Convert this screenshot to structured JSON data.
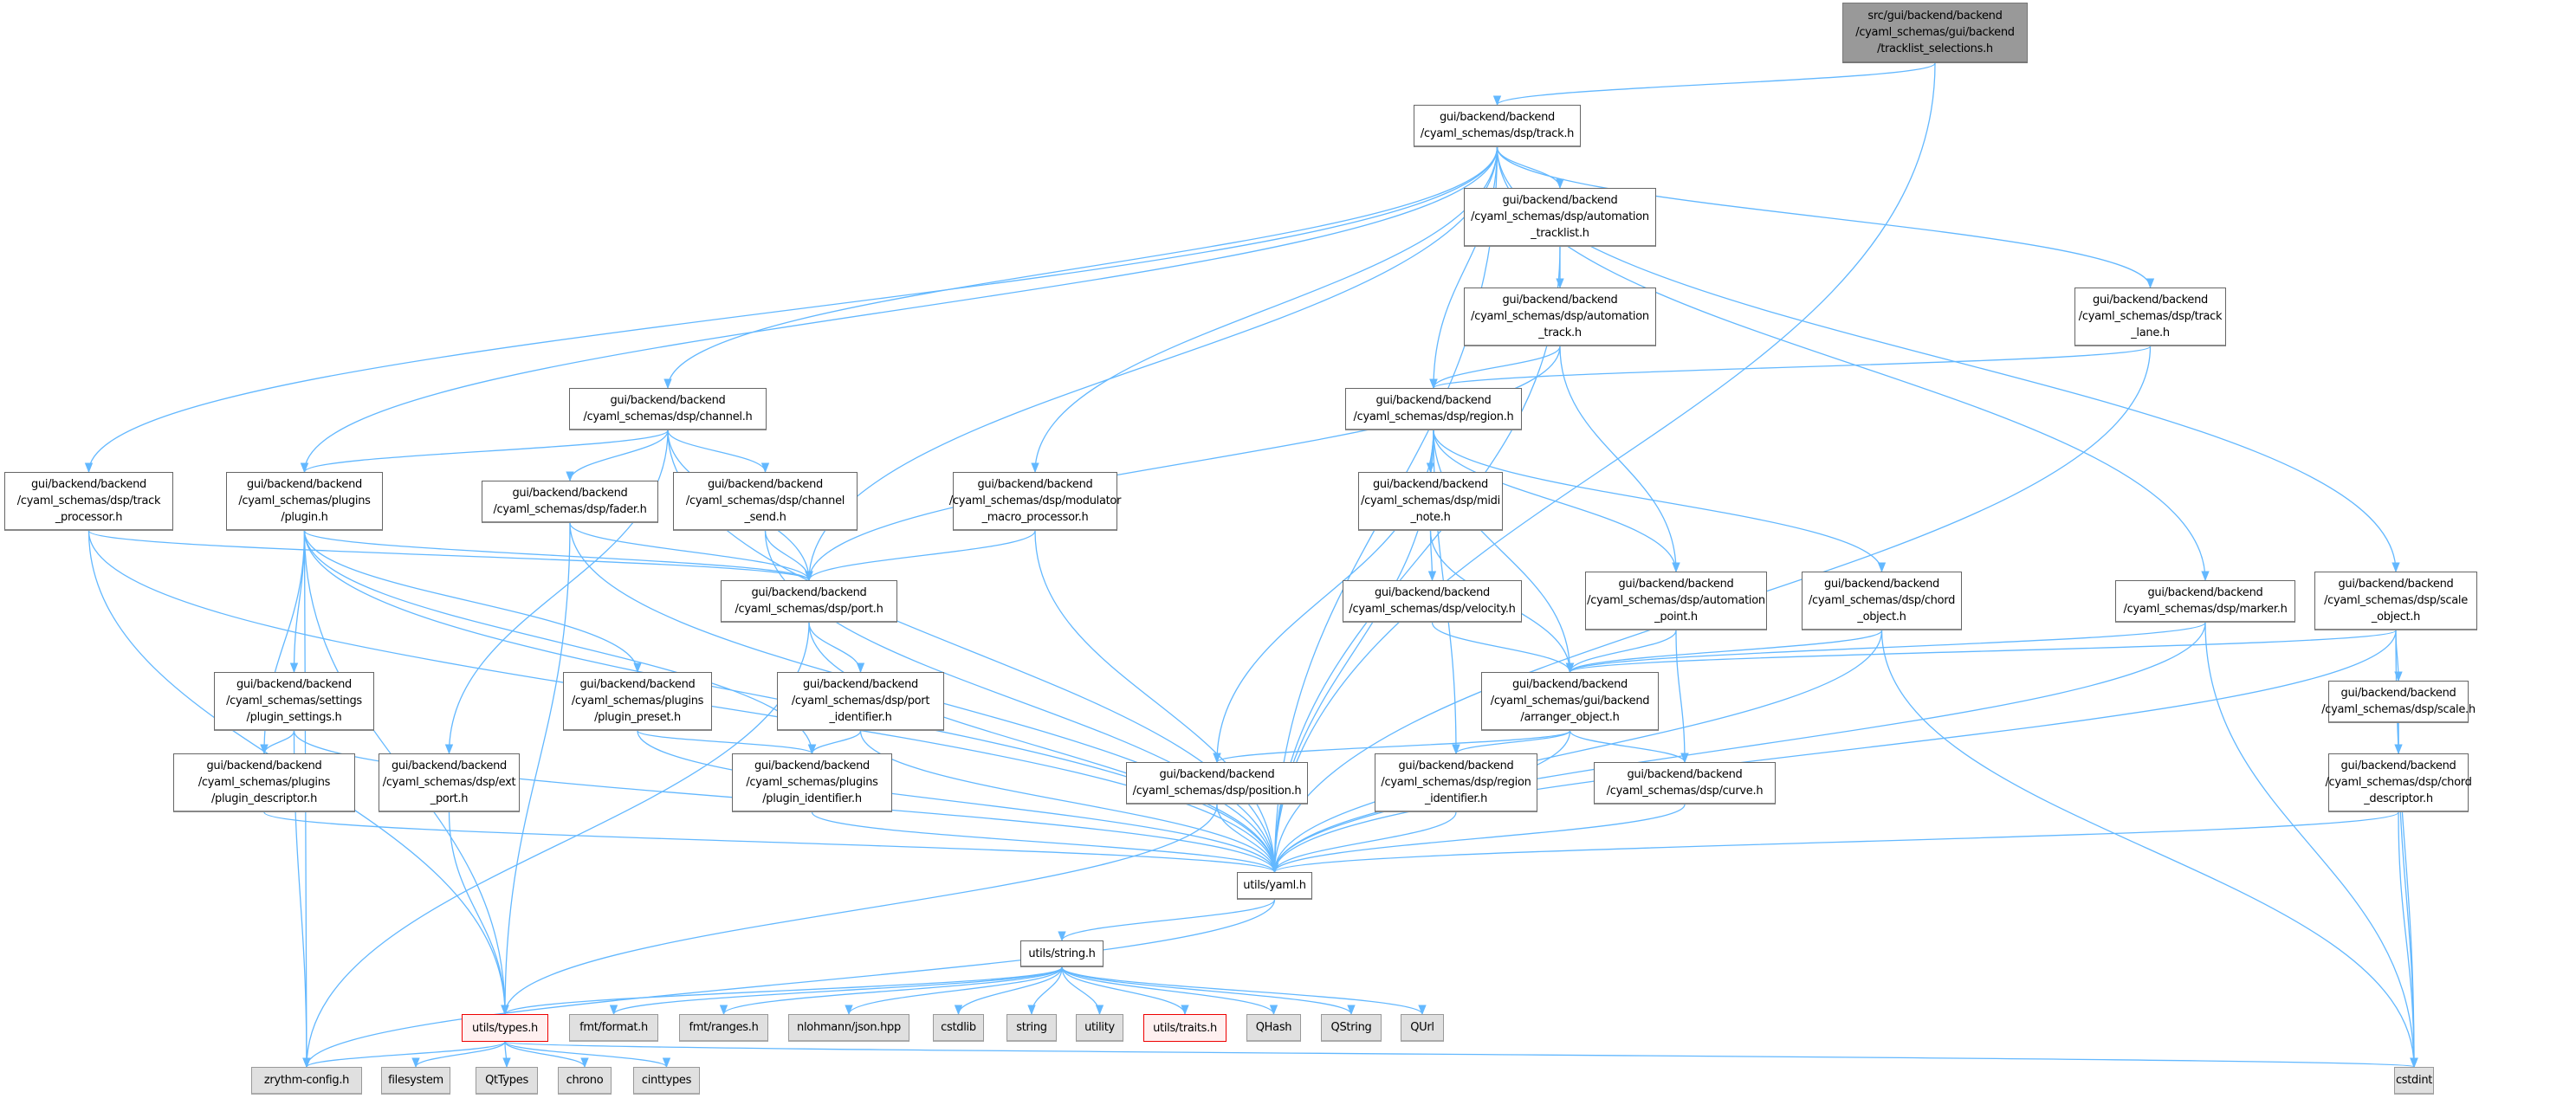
{
  "graph": {
    "title": "include dependency graph",
    "edge_color": "#63b8ff",
    "nodes": {
      "root": {
        "label": "src/gui/backend/backend\n/cyaml_schemas/gui/backend\n/tracklist_selections.h",
        "kind": "root"
      },
      "track": {
        "label": "gui/backend/backend\n/cyaml_schemas/dsp/track.h",
        "kind": "normal"
      },
      "atl": {
        "label": "gui/backend/backend\n/cyaml_schemas/dsp/automation\n_tracklist.h",
        "kind": "normal"
      },
      "atr": {
        "label": "gui/backend/backend\n/cyaml_schemas/dsp/automation\n_track.h",
        "kind": "normal"
      },
      "lane": {
        "label": "gui/backend/backend\n/cyaml_schemas/dsp/track\n_lane.h",
        "kind": "normal"
      },
      "region": {
        "label": "gui/backend/backend\n/cyaml_schemas/dsp/region.h",
        "kind": "normal"
      },
      "channel": {
        "label": "gui/backend/backend\n/cyaml_schemas/dsp/channel.h",
        "kind": "normal"
      },
      "tproc": {
        "label": "gui/backend/backend\n/cyaml_schemas/dsp/track\n_processor.h",
        "kind": "normal"
      },
      "plugin": {
        "label": "gui/backend/backend\n/cyaml_schemas/plugins\n/plugin.h",
        "kind": "normal"
      },
      "fader": {
        "label": "gui/backend/backend\n/cyaml_schemas/dsp/fader.h",
        "kind": "normal"
      },
      "csend": {
        "label": "gui/backend/backend\n/cyaml_schemas/dsp/channel\n_send.h",
        "kind": "normal"
      },
      "modmacro": {
        "label": "gui/backend/backend\n/cyaml_schemas/dsp/modulator\n_macro_processor.h",
        "kind": "normal"
      },
      "midinote": {
        "label": "gui/backend/backend\n/cyaml_schemas/dsp/midi\n_note.h",
        "kind": "normal"
      },
      "port": {
        "label": "gui/backend/backend\n/cyaml_schemas/dsp/port.h",
        "kind": "normal"
      },
      "velocity": {
        "label": "gui/backend/backend\n/cyaml_schemas/dsp/velocity.h",
        "kind": "normal"
      },
      "apoint": {
        "label": "gui/backend/backend\n/cyaml_schemas/dsp/automation\n_point.h",
        "kind": "normal"
      },
      "chord": {
        "label": "gui/backend/backend\n/cyaml_schemas/dsp/chord\n_object.h",
        "kind": "normal"
      },
      "marker": {
        "label": "gui/backend/backend\n/cyaml_schemas/dsp/marker.h",
        "kind": "normal"
      },
      "scaleobj": {
        "label": "gui/backend/backend\n/cyaml_schemas/dsp/scale\n_object.h",
        "kind": "normal"
      },
      "psettings": {
        "label": "gui/backend/backend\n/cyaml_schemas/settings\n/plugin_settings.h",
        "kind": "normal"
      },
      "ppreset": {
        "label": "gui/backend/backend\n/cyaml_schemas/plugins\n/plugin_preset.h",
        "kind": "normal"
      },
      "portid": {
        "label": "gui/backend/backend\n/cyaml_schemas/dsp/port\n_identifier.h",
        "kind": "normal"
      },
      "arranger": {
        "label": "gui/backend/backend\n/cyaml_schemas/gui/backend\n/arranger_object.h",
        "kind": "normal"
      },
      "scale": {
        "label": "gui/backend/backend\n/cyaml_schemas/dsp/scale.h",
        "kind": "normal"
      },
      "pdesc": {
        "label": "gui/backend/backend\n/cyaml_schemas/plugins\n/plugin_descriptor.h",
        "kind": "normal"
      },
      "extport": {
        "label": "gui/backend/backend\n/cyaml_schemas/dsp/ext\n_port.h",
        "kind": "normal"
      },
      "pident": {
        "label": "gui/backend/backend\n/cyaml_schemas/plugins\n/plugin_identifier.h",
        "kind": "normal"
      },
      "position": {
        "label": "gui/backend/backend\n/cyaml_schemas/dsp/position.h",
        "kind": "normal"
      },
      "regionid": {
        "label": "gui/backend/backend\n/cyaml_schemas/dsp/region\n_identifier.h",
        "kind": "normal"
      },
      "curve": {
        "label": "gui/backend/backend\n/cyaml_schemas/dsp/curve.h",
        "kind": "normal"
      },
      "chorddesc": {
        "label": "gui/backend/backend\n/cyaml_schemas/dsp/chord\n_descriptor.h",
        "kind": "normal"
      },
      "yaml": {
        "label": "utils/yaml.h",
        "kind": "normal"
      },
      "string": {
        "label": "utils/string.h",
        "kind": "normal"
      },
      "types": {
        "label": "utils/types.h",
        "kind": "red"
      },
      "fmtformat": {
        "label": "fmt/format.h",
        "kind": "ext"
      },
      "fmtranges": {
        "label": "fmt/ranges.h",
        "kind": "ext"
      },
      "json": {
        "label": "nlohmann/json.hpp",
        "kind": "ext"
      },
      "cstdlib": {
        "label": "cstdlib",
        "kind": "ext"
      },
      "stringstd": {
        "label": "string",
        "kind": "ext"
      },
      "utility": {
        "label": "utility",
        "kind": "ext"
      },
      "traits": {
        "label": "utils/traits.h",
        "kind": "red"
      },
      "qhash": {
        "label": "QHash",
        "kind": "ext"
      },
      "qstring": {
        "label": "QString",
        "kind": "ext"
      },
      "qurl": {
        "label": "QUrl",
        "kind": "ext"
      },
      "zcfg": {
        "label": "zrythm-config.h",
        "kind": "ext"
      },
      "filesystem": {
        "label": "filesystem",
        "kind": "ext"
      },
      "qttypes": {
        "label": "QtTypes",
        "kind": "ext"
      },
      "chrono": {
        "label": "chrono",
        "kind": "ext"
      },
      "cinttypes": {
        "label": "cinttypes",
        "kind": "ext"
      },
      "cstdint": {
        "label": "cstdint",
        "kind": "ext"
      }
    },
    "edges": [
      [
        "root",
        "track"
      ],
      [
        "root",
        "yaml"
      ],
      [
        "track",
        "tproc"
      ],
      [
        "track",
        "plugin"
      ],
      [
        "track",
        "channel"
      ],
      [
        "track",
        "port"
      ],
      [
        "track",
        "modmacro"
      ],
      [
        "track",
        "region"
      ],
      [
        "track",
        "atl"
      ],
      [
        "track",
        "lane"
      ],
      [
        "track",
        "marker"
      ],
      [
        "track",
        "scaleobj"
      ],
      [
        "track",
        "yaml"
      ],
      [
        "atl",
        "atr"
      ],
      [
        "atl",
        "yaml"
      ],
      [
        "atr",
        "region"
      ],
      [
        "atr",
        "port"
      ],
      [
        "atr",
        "apoint"
      ],
      [
        "lane",
        "region"
      ],
      [
        "lane",
        "yaml"
      ],
      [
        "channel",
        "plugin"
      ],
      [
        "channel",
        "fader"
      ],
      [
        "channel",
        "csend"
      ],
      [
        "channel",
        "extport"
      ],
      [
        "channel",
        "yaml"
      ],
      [
        "channel",
        "port"
      ],
      [
        "tproc",
        "port"
      ],
      [
        "tproc",
        "types"
      ],
      [
        "tproc",
        "yaml"
      ],
      [
        "plugin",
        "port"
      ],
      [
        "plugin",
        "psettings"
      ],
      [
        "plugin",
        "ppreset"
      ],
      [
        "plugin",
        "pident"
      ],
      [
        "plugin",
        "pdesc"
      ],
      [
        "plugin",
        "types"
      ],
      [
        "plugin",
        "zcfg"
      ],
      [
        "plugin",
        "yaml"
      ],
      [
        "fader",
        "port"
      ],
      [
        "fader",
        "types"
      ],
      [
        "fader",
        "yaml"
      ],
      [
        "csend",
        "port"
      ],
      [
        "csend",
        "yaml"
      ],
      [
        "modmacro",
        "port"
      ],
      [
        "modmacro",
        "yaml"
      ],
      [
        "port",
        "portid"
      ],
      [
        "port",
        "zcfg"
      ],
      [
        "port",
        "yaml"
      ],
      [
        "region",
        "midinote"
      ],
      [
        "region",
        "apoint"
      ],
      [
        "region",
        "chord"
      ],
      [
        "region",
        "arranger"
      ],
      [
        "region",
        "position"
      ],
      [
        "region",
        "regionid"
      ],
      [
        "region",
        "yaml"
      ],
      [
        "midinote",
        "velocity"
      ],
      [
        "midinote",
        "arranger"
      ],
      [
        "velocity",
        "arranger"
      ],
      [
        "apoint",
        "arranger"
      ],
      [
        "apoint",
        "curve"
      ],
      [
        "chord",
        "arranger"
      ],
      [
        "chord",
        "yaml"
      ],
      [
        "chord",
        "cstdint"
      ],
      [
        "marker",
        "arranger"
      ],
      [
        "marker",
        "yaml"
      ],
      [
        "marker",
        "cstdint"
      ],
      [
        "scaleobj",
        "arranger"
      ],
      [
        "scaleobj",
        "scale"
      ],
      [
        "scaleobj",
        "yaml"
      ],
      [
        "scaleobj",
        "cstdint"
      ],
      [
        "scale",
        "chorddesc"
      ],
      [
        "scale",
        "cstdint"
      ],
      [
        "chorddesc",
        "yaml"
      ],
      [
        "chorddesc",
        "cstdint"
      ],
      [
        "arranger",
        "position"
      ],
      [
        "arranger",
        "regionid"
      ],
      [
        "arranger",
        "curve"
      ],
      [
        "arranger",
        "yaml"
      ],
      [
        "psettings",
        "pdesc"
      ],
      [
        "psettings",
        "zcfg"
      ],
      [
        "psettings",
        "yaml"
      ],
      [
        "ppreset",
        "pident"
      ],
      [
        "ppreset",
        "yaml"
      ],
      [
        "portid",
        "pident"
      ],
      [
        "portid",
        "yaml"
      ],
      [
        "pdesc",
        "yaml"
      ],
      [
        "extport",
        "types"
      ],
      [
        "pident",
        "yaml"
      ],
      [
        "position",
        "yaml"
      ],
      [
        "position",
        "types"
      ],
      [
        "regionid",
        "yaml"
      ],
      [
        "curve",
        "yaml"
      ],
      [
        "yaml",
        "string"
      ],
      [
        "yaml",
        "zcfg"
      ],
      [
        "string",
        "types"
      ],
      [
        "string",
        "fmtformat"
      ],
      [
        "string",
        "fmtranges"
      ],
      [
        "string",
        "json"
      ],
      [
        "string",
        "cstdlib"
      ],
      [
        "string",
        "stringstd"
      ],
      [
        "string",
        "utility"
      ],
      [
        "string",
        "traits"
      ],
      [
        "string",
        "qhash"
      ],
      [
        "string",
        "qstring"
      ],
      [
        "string",
        "qurl"
      ],
      [
        "types",
        "zcfg"
      ],
      [
        "types",
        "filesystem"
      ],
      [
        "types",
        "qttypes"
      ],
      [
        "types",
        "chrono"
      ],
      [
        "types",
        "cinttypes"
      ],
      [
        "types",
        "cstdint"
      ]
    ]
  }
}
